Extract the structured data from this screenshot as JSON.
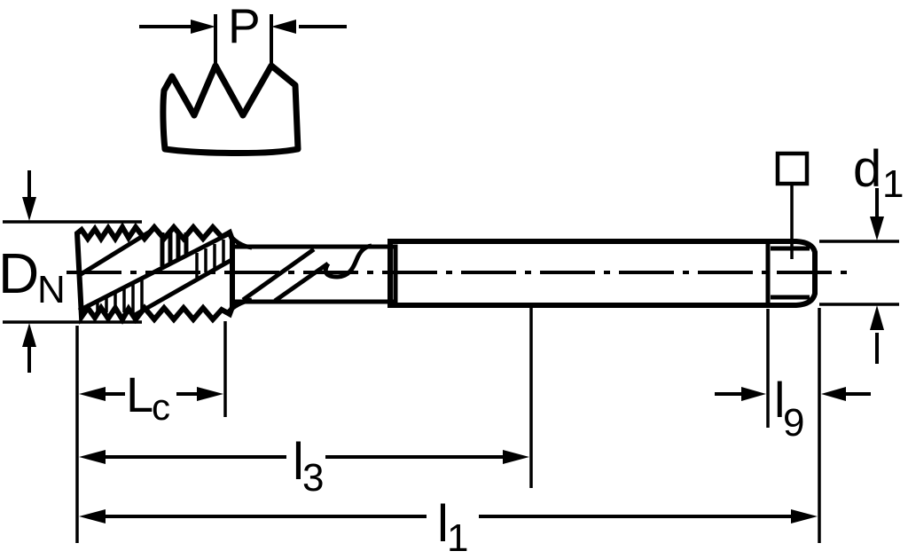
{
  "diagram": {
    "kind": "technical-drawing",
    "subject": "machine-tap-side-view-with-thread-profile-detail",
    "colors": {
      "line": "#000000",
      "fill": "#d3d3d3",
      "background": "#ffffff"
    },
    "labels": {
      "pitch": {
        "main": "P"
      },
      "nominal_diameter": {
        "main": "D",
        "sub": "N"
      },
      "shank_diameter": {
        "main": "d",
        "sub": "1"
      },
      "chamfer_length": {
        "main": "L",
        "sub": "c"
      },
      "thread_flute_length": {
        "main": "l",
        "sub": "3"
      },
      "overall_length": {
        "main": "l",
        "sub": "1"
      },
      "square_length": {
        "main": "l",
        "sub": "9"
      }
    },
    "symbols": {
      "square_drive": "square-outline"
    }
  }
}
